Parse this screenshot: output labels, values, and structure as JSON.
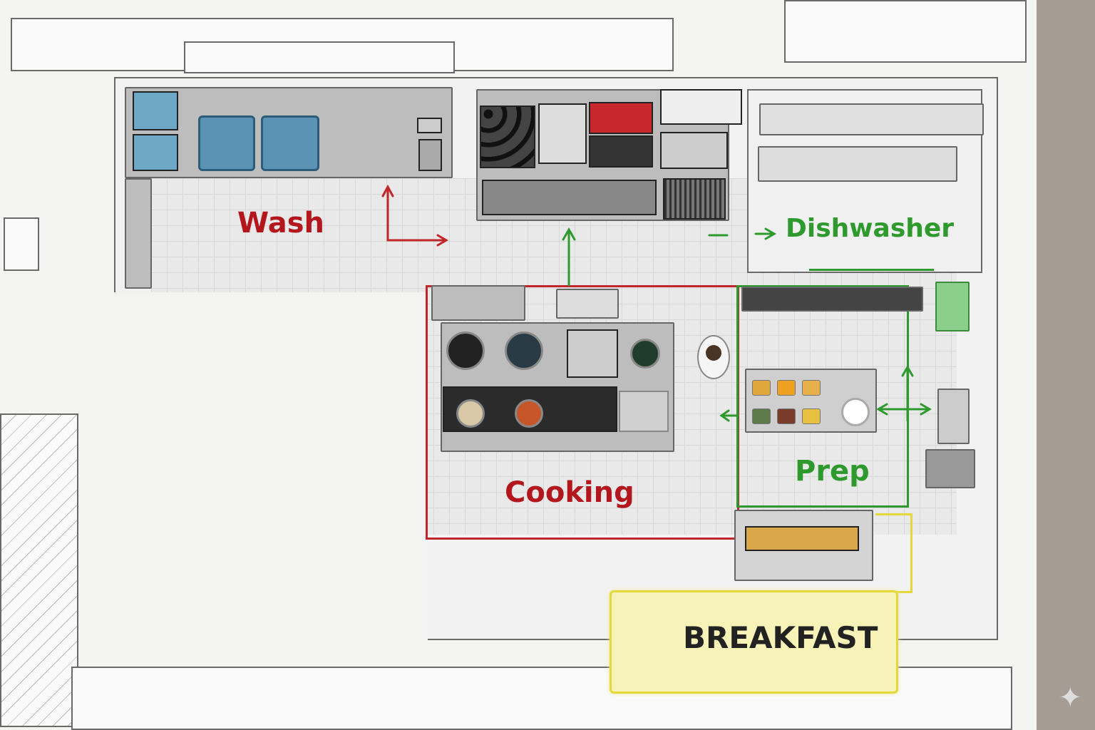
{
  "zones": {
    "wash": {
      "label": "Wash",
      "color": "#b3161c"
    },
    "dishwasher": {
      "label": "Dishwasher",
      "color": "#2e9a2e"
    },
    "cooking": {
      "label": "Cooking",
      "color": "#b3161c"
    },
    "prep": {
      "label": "Prep",
      "color": "#2e9a2e"
    },
    "breakfast": {
      "label": "BREAKFAST",
      "color": "#e4d83a"
    }
  },
  "colors": {
    "background": "#f4f4f2",
    "floor": "#e9e9e9",
    "counter": "#bdbdbd",
    "side_panel": "#a59d94"
  }
}
